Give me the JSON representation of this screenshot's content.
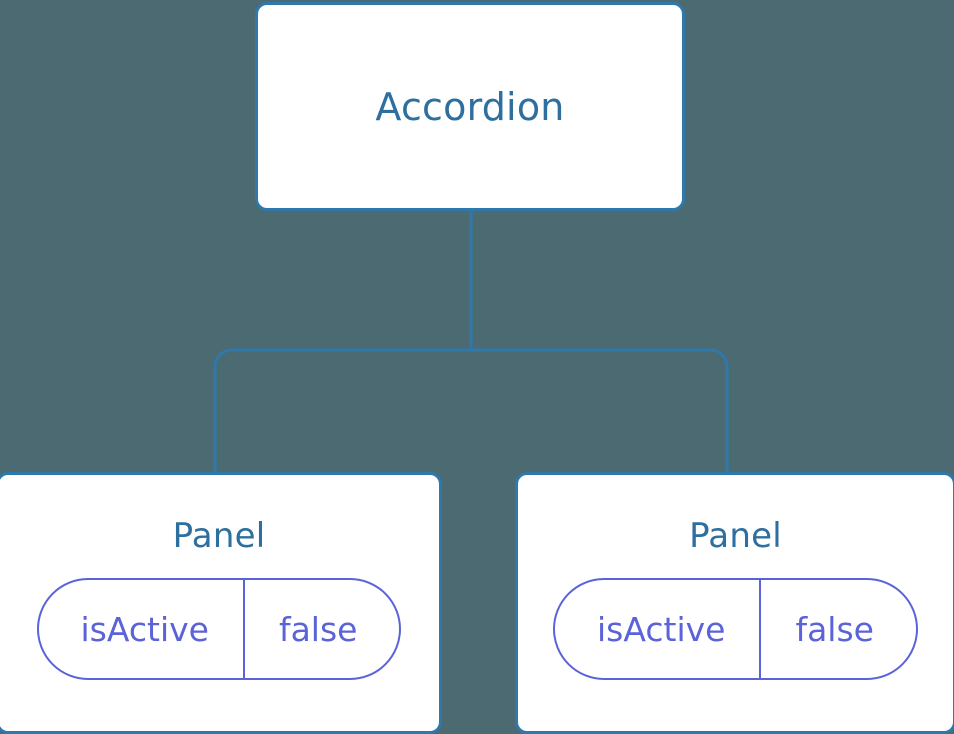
{
  "canvas": {
    "background_color": "#4c6a72",
    "edge_color": "#2e78ab",
    "node_border_color": "#2e78ab",
    "node_background_color": "#ffffff",
    "node_text_color": "#2d6f9e",
    "prop_color": "#5b63d8"
  },
  "tree": {
    "root": {
      "title": "Accordion"
    },
    "children": [
      {
        "title": "Panel",
        "prop": {
          "key": "isActive",
          "value": "false"
        }
      },
      {
        "title": "Panel",
        "prop": {
          "key": "isActive",
          "value": "false"
        }
      }
    ]
  }
}
